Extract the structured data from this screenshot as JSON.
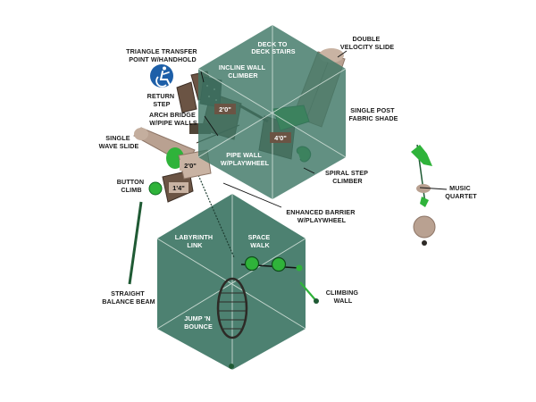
{
  "labels": {
    "deck_to_deck_stairs": [
      "DECK TO",
      "DECK STAIRS"
    ],
    "double_velocity_slide": [
      "DOUBLE",
      "VELOCITY SLIDE"
    ],
    "triangle_transfer": [
      "TRIANGLE TRANSFER",
      "POINT W/HANDHOLD"
    ],
    "incline_wall_climber": [
      "INCLINE WALL",
      "CLIMBER"
    ],
    "return_step": [
      "RETURN",
      "STEP"
    ],
    "single_post_fabric_shade": [
      "SINGLE POST",
      "FABRIC SHADE"
    ],
    "arch_bridge": [
      "ARCH BRIDGE",
      "W/PIPE WALLS"
    ],
    "single_wave_slide": [
      "SINGLE",
      "WAVE SLIDE"
    ],
    "pipe_wall_playwheel": [
      "PIPE WALL",
      "W/PLAYWHEEL"
    ],
    "spiral_step_climber": [
      "SPIRAL STEP",
      "CLIMBER"
    ],
    "button_climb": [
      "BUTTON",
      "CLIMB"
    ],
    "music_quartet": [
      "MUSIC",
      "QUARTET"
    ],
    "enhanced_barrier": [
      "ENHANCED BARRIER",
      "W/PLAYWHEEL"
    ],
    "labyrinth_link": [
      "LABYRINTH",
      "LINK"
    ],
    "space_walk": [
      "SPACE",
      "WALK"
    ],
    "climbing_wall": [
      "CLIMBING",
      "WALL"
    ],
    "straight_balance_beam": [
      "STRAIGHT",
      "BALANCE BEAM"
    ],
    "jump_n_bounce": [
      "JUMP 'N",
      "BOUNCE"
    ]
  },
  "dimensions": {
    "deck_a": "2'0\"",
    "deck_b": "4'0\"",
    "deck_c": "2'0\"",
    "deck_d": "1'4\""
  },
  "icons": {
    "accessibility": "accessibility-icon"
  },
  "colors": {
    "shade": "#3f7766",
    "shade_line": "#d9e6df",
    "accent_green": "#2fb33a",
    "deck_brown": "#6b5444",
    "tan": "#b9a191",
    "post": "#1f5a34",
    "access_blue": "#1d5fa8"
  }
}
